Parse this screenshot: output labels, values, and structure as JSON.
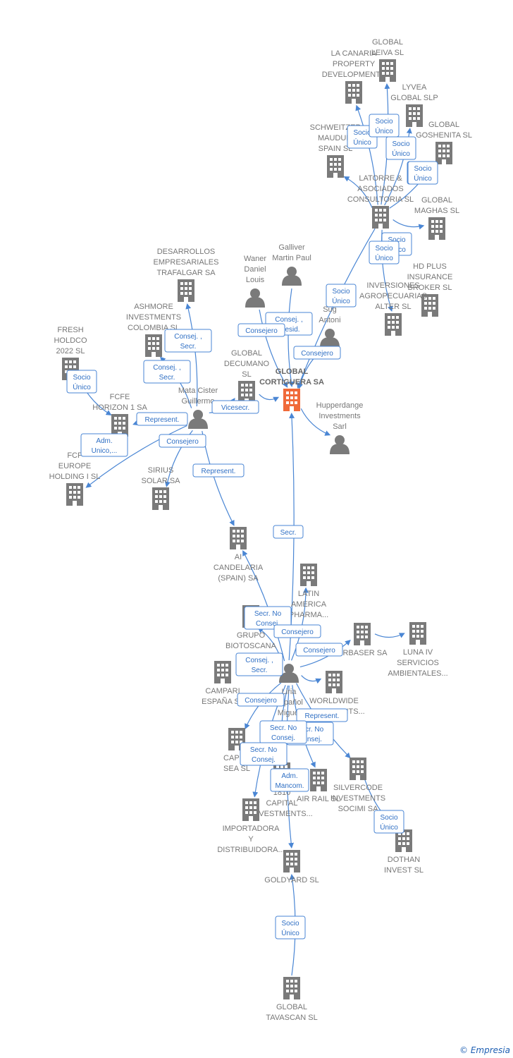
{
  "colors": {
    "edge": "#4a86d4",
    "node": "#7a7a7a",
    "main_node": "#f06a3a",
    "label_border": "#4a86d4"
  },
  "copyright": {
    "symbol": "©",
    "brand": "Empresia"
  },
  "nodes": [
    {
      "id": "global_cortiguera",
      "type": "company-main",
      "lines": [
        "GLOBAL",
        "CORTIGUERA SA"
      ]
    },
    {
      "id": "la_canaria",
      "type": "company",
      "lines": [
        "LA CANARIA",
        "PROPERTY",
        "DEVELOPMENTS"
      ]
    },
    {
      "id": "global_leiva",
      "type": "company",
      "lines": [
        "GLOBAL",
        "LEIVA  SL"
      ]
    },
    {
      "id": "lyvea",
      "type": "company",
      "lines": [
        "LYVEA",
        "GLOBAL  SLP"
      ]
    },
    {
      "id": "global_goshenita",
      "type": "company",
      "lines": [
        "GLOBAL",
        "GOSHENITA SL"
      ]
    },
    {
      "id": "schweitzer",
      "type": "company",
      "lines": [
        "SCHWEITZER",
        "MAUDUIT",
        "SPAIN SL"
      ]
    },
    {
      "id": "latorre",
      "type": "company",
      "lines": [
        "LATORRE &",
        "ASOCIADOS",
        "CONSULTORIA SL"
      ]
    },
    {
      "id": "global_maghas",
      "type": "company",
      "lines": [
        "GLOBAL",
        "MAGHAS  SL"
      ]
    },
    {
      "id": "hd_plus",
      "type": "company",
      "lines": [
        "HD PLUS",
        "INSURANCE",
        "BROKER  SL"
      ]
    },
    {
      "id": "inversiones_agro",
      "type": "company",
      "lines": [
        "INVERSIONES",
        "AGROPECUARIAS",
        "ALTER  SL"
      ]
    },
    {
      "id": "desarrollos",
      "type": "company",
      "lines": [
        "DESARROLLOS",
        "EMPRESARIALES",
        "TRAFALGAR SA"
      ]
    },
    {
      "id": "ashmore",
      "type": "company",
      "lines": [
        "ASHMORE",
        "INVESTMENTS",
        "COLOMBIA SL"
      ]
    },
    {
      "id": "fresh_holdco",
      "type": "company",
      "lines": [
        "FRESH",
        "HOLDCO",
        "2022  SL"
      ]
    },
    {
      "id": "fcfe_horizon",
      "type": "company",
      "lines": [
        "FCFE",
        "HORIZON 1 SA"
      ]
    },
    {
      "id": "fcf_europe",
      "type": "company",
      "lines": [
        "FCF",
        "EUROPE",
        "HOLDING I  SL"
      ]
    },
    {
      "id": "sirius",
      "type": "company",
      "lines": [
        "SIRIUS",
        "SOLAR SA"
      ]
    },
    {
      "id": "global_decumano",
      "type": "company",
      "lines": [
        "GLOBAL",
        "DECUMANO",
        "SL"
      ]
    },
    {
      "id": "ai_candelaria",
      "type": "company",
      "lines": [
        "AI",
        "CANDELARIA",
        "(SPAIN) SA"
      ]
    },
    {
      "id": "latin_america",
      "type": "company",
      "lines": [
        "LATIN",
        "AMERICA",
        "PHARMA..."
      ]
    },
    {
      "id": "grupo_biotoscana",
      "type": "company",
      "lines": [
        "GRUPO",
        "BIOTOSCANA"
      ]
    },
    {
      "id": "urbaser",
      "type": "company",
      "lines": [
        "URBASER SA"
      ]
    },
    {
      "id": "luna_iv",
      "type": "company",
      "lines": [
        "LUNA IV",
        "SERVICIOS",
        "AMBIENTALES..."
      ]
    },
    {
      "id": "campari",
      "type": "company",
      "lines": [
        "CAMPARI",
        "ESPAÑA  SL"
      ]
    },
    {
      "id": "worldwide",
      "type": "company",
      "lines": [
        "WORLDWIDE",
        "INVESTMENTS..."
      ]
    },
    {
      "id": "caper_sea",
      "type": "company",
      "lines": [
        "CAPER",
        "SEA SL"
      ]
    },
    {
      "id": "capital_1810",
      "type": "company",
      "lines": [
        "1810",
        "CAPITAL",
        "INVESTMENTS..."
      ]
    },
    {
      "id": "air_rail",
      "type": "company",
      "lines": [
        "AIR RAIL SL"
      ]
    },
    {
      "id": "silvercode",
      "type": "company",
      "lines": [
        "SILVERCODE",
        "INVESTMENTS",
        "SOCIMI SA"
      ]
    },
    {
      "id": "importadora",
      "type": "company",
      "lines": [
        "IMPORTADORA",
        "Y",
        "DISTRIBUIDORA..."
      ]
    },
    {
      "id": "dothan",
      "type": "company",
      "lines": [
        "DOTHAN",
        "INVEST  SL"
      ]
    },
    {
      "id": "goldyard",
      "type": "company",
      "lines": [
        "GOLDYARD SL"
      ]
    },
    {
      "id": "global_tavascan",
      "type": "company",
      "lines": [
        "GLOBAL",
        "TAVASCAN  SL"
      ]
    },
    {
      "id": "galliver",
      "type": "person",
      "lines": [
        "Galliver",
        "Martin Paul"
      ]
    },
    {
      "id": "waner",
      "type": "person",
      "lines": [
        "Waner",
        "Daniel",
        "Louis"
      ]
    },
    {
      "id": "e_sug",
      "type": "person",
      "lines": [
        "E",
        "Sug",
        "Antoni"
      ]
    },
    {
      "id": "mata_cister",
      "type": "person",
      "lines": [
        "Mata Cister",
        "Guillermo"
      ]
    },
    {
      "id": "hupperdange",
      "type": "person",
      "lines": [
        "Hupperdange",
        "Investments",
        "Sarl"
      ]
    },
    {
      "id": "liria",
      "type": "person",
      "lines": [
        "Liria",
        "Español",
        "Miguel"
      ]
    }
  ],
  "edge_labels": [
    {
      "lines": [
        "Socio",
        "Único"
      ]
    },
    {
      "lines": [
        "Socio",
        "Único"
      ]
    },
    {
      "lines": [
        "Socio",
        "Único"
      ]
    },
    {
      "lines": [
        "Socio",
        "Único"
      ]
    },
    {
      "lines": [
        "Socio",
        "Único"
      ]
    },
    {
      "lines": [
        "Socio",
        "Único"
      ]
    },
    {
      "lines": [
        "Socio",
        "Único"
      ]
    },
    {
      "lines": [
        "Socio",
        "Único"
      ]
    },
    {
      "lines": [
        "Consej. ,",
        "Presid."
      ]
    },
    {
      "lines": [
        "Consejero"
      ]
    },
    {
      "lines": [
        "Consejero"
      ]
    },
    {
      "lines": [
        "Consej. ,",
        "Secr."
      ]
    },
    {
      "lines": [
        "Consej. ,",
        "Secr."
      ]
    },
    {
      "lines": [
        "Socio",
        "Único"
      ]
    },
    {
      "lines": [
        "Vicesecr."
      ]
    },
    {
      "lines": [
        "Represent."
      ]
    },
    {
      "lines": [
        "Adm.",
        "Unico,..."
      ]
    },
    {
      "lines": [
        "Consejero"
      ]
    },
    {
      "lines": [
        "Represent."
      ]
    },
    {
      "lines": [
        "Secr."
      ]
    },
    {
      "lines": [
        "Secr.  No",
        "Consej."
      ]
    },
    {
      "lines": [
        "Consejero"
      ]
    },
    {
      "lines": [
        "Consejero"
      ]
    },
    {
      "lines": [
        "Consej. ,",
        "Secr."
      ]
    },
    {
      "lines": [
        "Consejero"
      ]
    },
    {
      "lines": [
        "Represent."
      ]
    },
    {
      "lines": [
        "Secr.  No",
        "Consej."
      ]
    },
    {
      "lines": [
        "Secr.  No",
        "Consej."
      ]
    },
    {
      "lines": [
        "Secr.  No",
        "Consej."
      ]
    },
    {
      "lines": [
        "Adm.",
        "Mancom."
      ]
    },
    {
      "lines": [
        "Socio",
        "Único"
      ]
    },
    {
      "lines": [
        "Socio",
        "Único"
      ]
    }
  ]
}
